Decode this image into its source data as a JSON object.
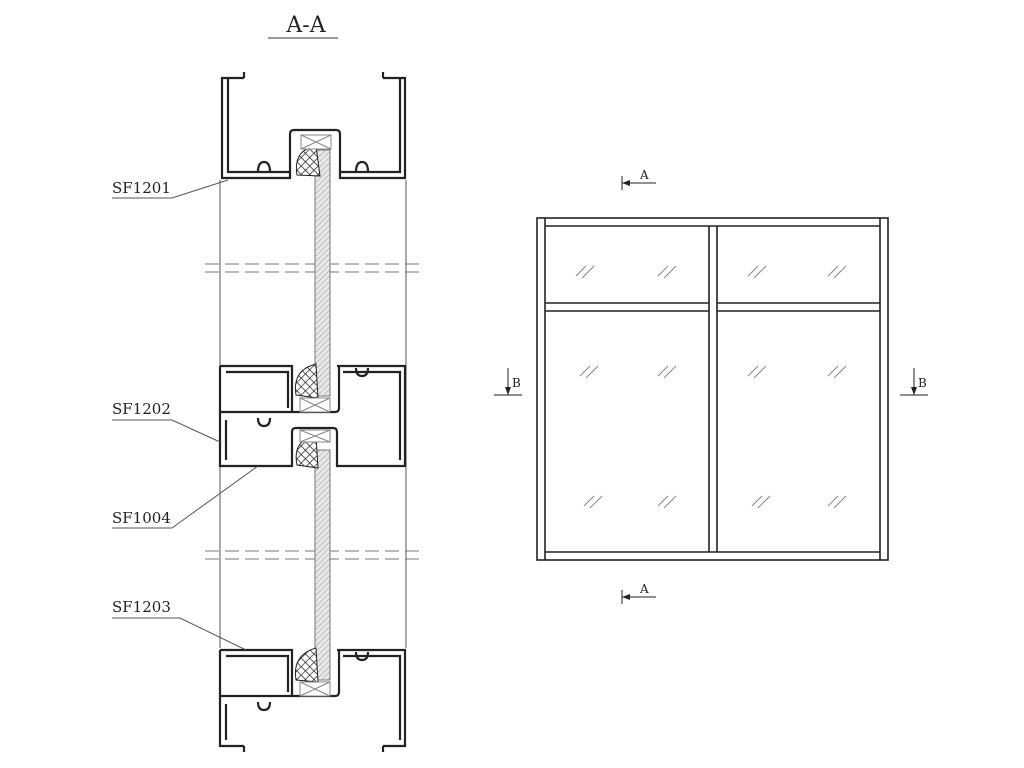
{
  "section": {
    "title": "A-A",
    "labels": [
      "SF1201",
      "SF1202",
      "SF1004",
      "SF1203"
    ]
  },
  "elevation": {
    "section_marks": {
      "top": "A",
      "bottom": "A",
      "left": "B",
      "right": "B"
    }
  }
}
